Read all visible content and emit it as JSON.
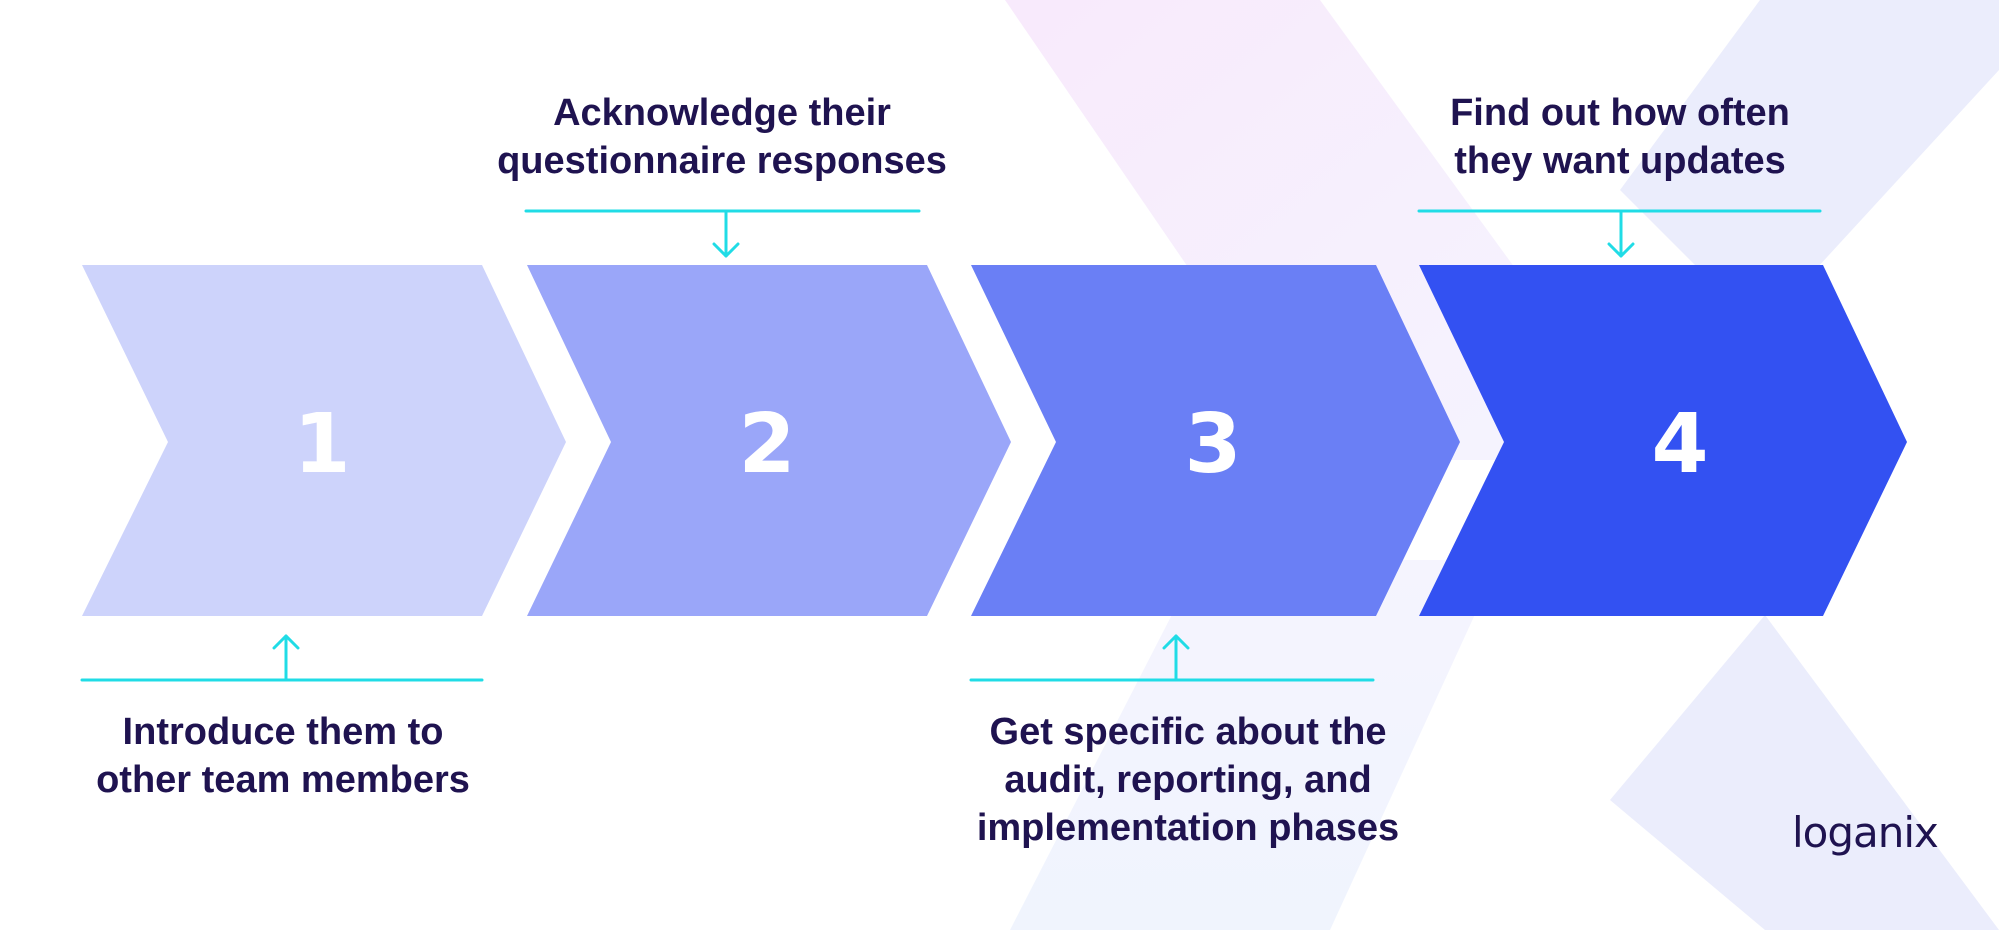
{
  "steps": [
    {
      "number": "1",
      "color": "#cdd3fb"
    },
    {
      "number": "2",
      "color": "#9aa6f9"
    },
    {
      "number": "3",
      "color": "#6a7ff5"
    },
    {
      "number": "4",
      "color": "#3351f2"
    }
  ],
  "captions": {
    "step1": {
      "lines": [
        "Introduce them to",
        "other team members"
      ]
    },
    "step2": {
      "lines": [
        "Acknowledge their",
        "questionnaire responses"
      ]
    },
    "step3": {
      "lines": [
        "Get specific about the",
        "audit, reporting, and",
        "implementation phases"
      ]
    },
    "step4": {
      "lines": [
        "Find out how often",
        "they want updates"
      ]
    }
  },
  "connector_color": "#20dce6",
  "text_color": "#1f1350",
  "brand": {
    "logo_text": "loganix"
  }
}
